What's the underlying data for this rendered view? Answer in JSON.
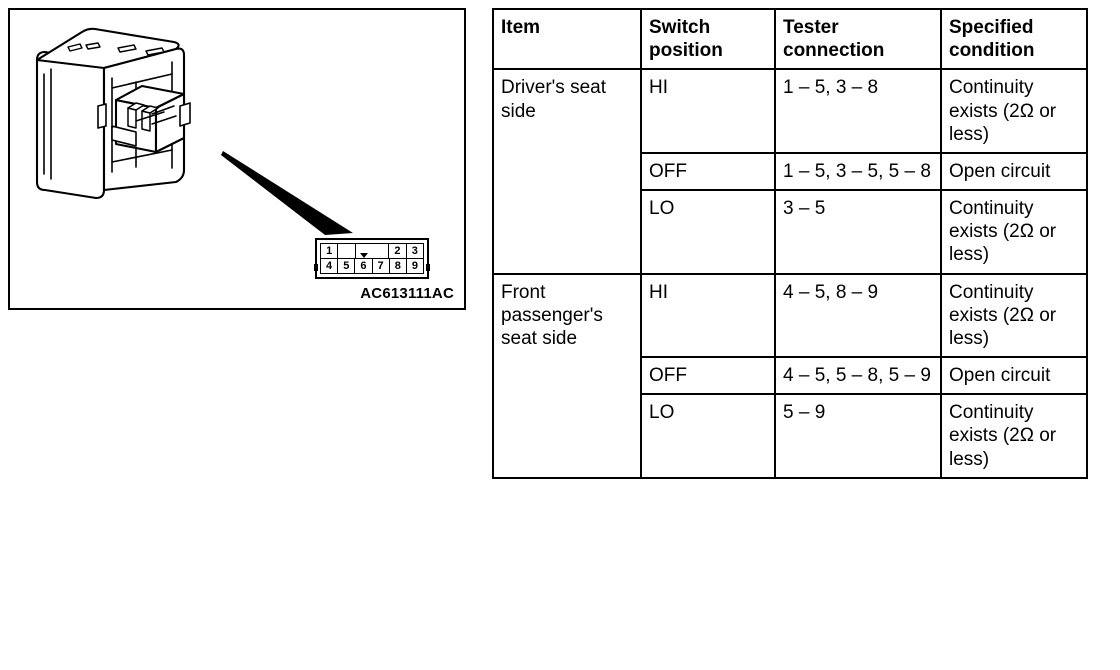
{
  "figure": {
    "code": "AC613111AC",
    "connector_name": "power-seat-switch-connector",
    "pinout": {
      "top_row": [
        "1",
        "",
        "",
        "",
        "2",
        "3"
      ],
      "bottom_row": [
        "4",
        "5",
        "6",
        "7",
        "8",
        "9"
      ],
      "marker": "triangle-index-marker"
    }
  },
  "table": {
    "headers": {
      "item": "Item",
      "switch_position": "Switch position",
      "tester_connection": "Tester connection",
      "specified_condition": "Specified condition"
    },
    "groups": [
      {
        "item": "Driver's seat side",
        "rows": [
          {
            "switch_position": "HI",
            "tester_connection": "1 – 5, 3 – 8",
            "specified_condition": "Continuity exists (2Ω or less)"
          },
          {
            "switch_position": "OFF",
            "tester_connection": "1 – 5, 3 – 5, 5 – 8",
            "specified_condition": "Open circuit"
          },
          {
            "switch_position": "LO",
            "tester_connection": "3 – 5",
            "specified_condition": "Continuity exists (2Ω or less)"
          }
        ]
      },
      {
        "item": "Front passenger's seat side",
        "rows": [
          {
            "switch_position": "HI",
            "tester_connection": "4 – 5, 8 – 9",
            "specified_condition": "Continuity exists (2Ω or less)"
          },
          {
            "switch_position": "OFF",
            "tester_connection": "4 – 5, 5 – 8, 5 – 9",
            "specified_condition": "Open circuit"
          },
          {
            "switch_position": "LO",
            "tester_connection": "5 – 9",
            "specified_condition": "Continuity exists (2Ω or less)"
          }
        ]
      }
    ]
  },
  "colors": {
    "ink": "#000000",
    "paper": "#ffffff"
  }
}
